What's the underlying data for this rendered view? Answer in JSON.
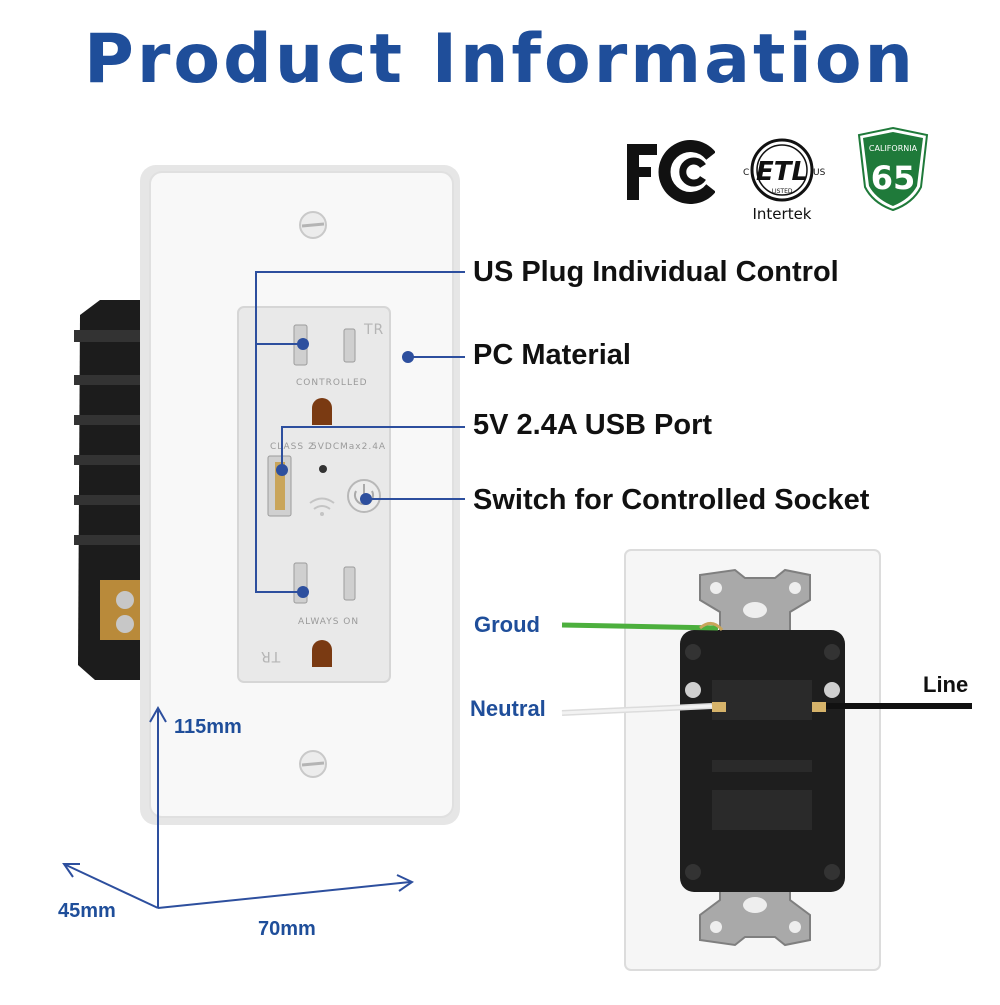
{
  "title": "Product Information",
  "certifications": {
    "fc": "FC",
    "etl_mark": "ETL",
    "etl_c": "C",
    "etl_listed": "LISTED",
    "etl_us": "US",
    "etl_caption": "Intertek",
    "ca_caption": "CALIFORNIA",
    "ca_number": "65"
  },
  "features": [
    "US Plug Individual Control",
    "PC Material",
    "5V 2.4A USB Port",
    "Switch for Controlled Socket"
  ],
  "outlet_face": {
    "tr_top": "TR",
    "controlled": "CONTROLLED",
    "usb_class": "CLASS 2",
    "usb_volt": "5VDC",
    "usb_max": "Max2.4A",
    "always_on": "ALWAYS ON",
    "tr_bottom": "TR"
  },
  "dimensions": {
    "height": "115mm",
    "depth": "45mm",
    "width": "70mm"
  },
  "wiring": {
    "ground": "Groud",
    "neutral": "Neutral",
    "line": "Line"
  },
  "colors": {
    "title": "#1f4e9a",
    "arrows": "#2d4f9e",
    "ground_wire": "#4caf3d",
    "neutral_wire": "#e4e4e4",
    "line_wire": "#111111",
    "ca65_green": "#1f7a3a"
  }
}
